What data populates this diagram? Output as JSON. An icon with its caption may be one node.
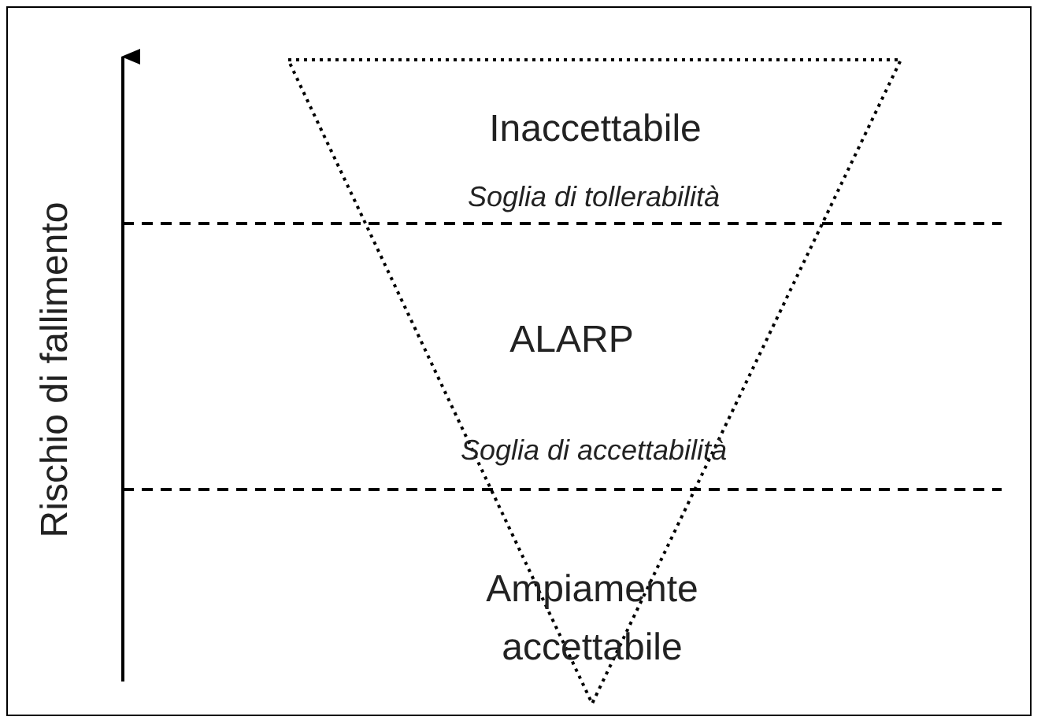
{
  "diagram": {
    "labels": [
      "Rischio di fallimento",
      "Inaccettabile",
      "Soglia di tollerabilità",
      "ALARP",
      "Soglia di accettabilità",
      "Ampiamente accettabile"
    ]
  }
}
